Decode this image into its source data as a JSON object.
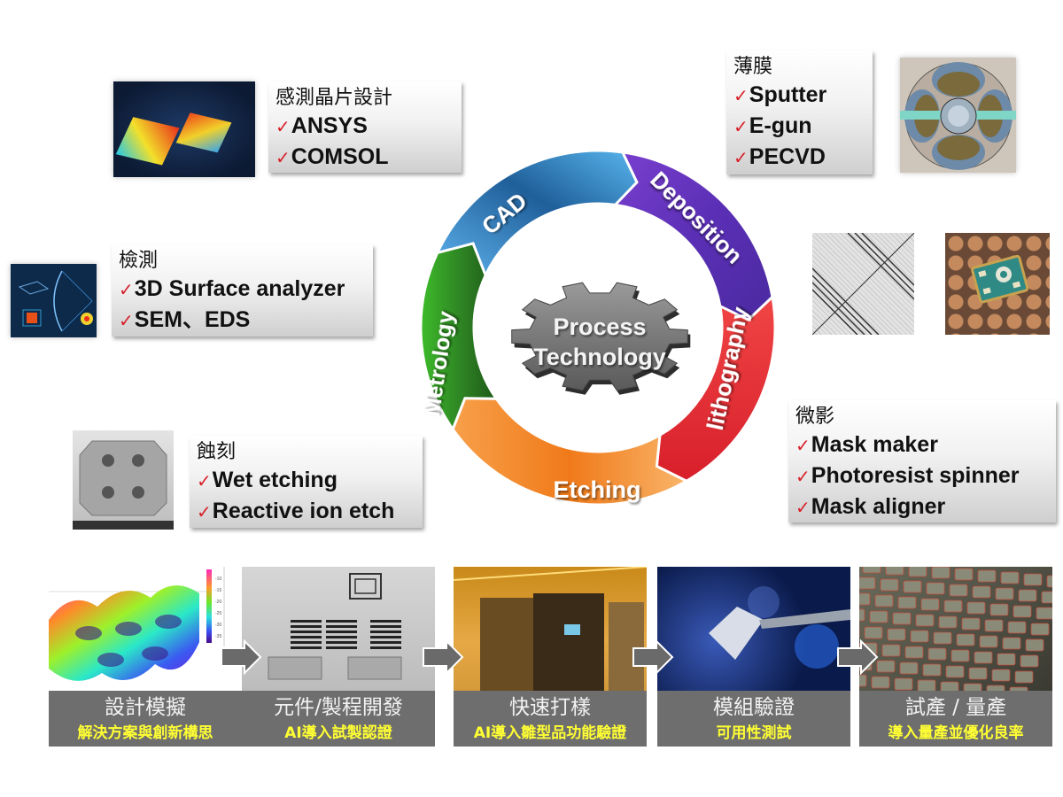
{
  "cycle": {
    "center_label_line1": "Process",
    "center_label_line2": "Technology",
    "segments": [
      {
        "label": "CAD",
        "color": "#3d8fd6"
      },
      {
        "label": "Deposition",
        "color": "#6a3fc2"
      },
      {
        "label": "lithography",
        "color": "#e8333b"
      },
      {
        "label": "Etching",
        "color": "#f5892a"
      },
      {
        "label": "Metrology",
        "color": "#3a9e2c"
      }
    ]
  },
  "boxes": {
    "cad": {
      "title": "感測晶片設計",
      "items": [
        "ANSYS",
        "COMSOL"
      ]
    },
    "deposition": {
      "title": "薄膜",
      "items": [
        "Sputter",
        "E-gun",
        "PECVD"
      ]
    },
    "metrology": {
      "title": "檢測",
      "items": [
        "3D Surface analyzer",
        "SEM、EDS"
      ]
    },
    "etching": {
      "title": "蝕刻",
      "items": [
        "Wet etching",
        "Reactive ion etch"
      ]
    },
    "lithography": {
      "title": "微影",
      "items": [
        "Mask maker",
        "Photoresist spinner",
        "Mask aligner"
      ]
    }
  },
  "check_mark": "✓",
  "colorbar_ticks": [
    "-10",
    "-15",
    "-20",
    "-25",
    "-30",
    "-35"
  ],
  "flow": [
    {
      "title": "設計模擬",
      "subtitle": "解決方案與創新構思"
    },
    {
      "title": "元件/製程開發",
      "subtitle": "AI導入試製認證"
    },
    {
      "title": "快速打樣",
      "subtitle": "AI導入雛型品功能驗證"
    },
    {
      "title": "模組驗證",
      "subtitle": "可用性測試"
    },
    {
      "title": "試產 / 量產",
      "subtitle": "導入量產並優化良率"
    }
  ]
}
